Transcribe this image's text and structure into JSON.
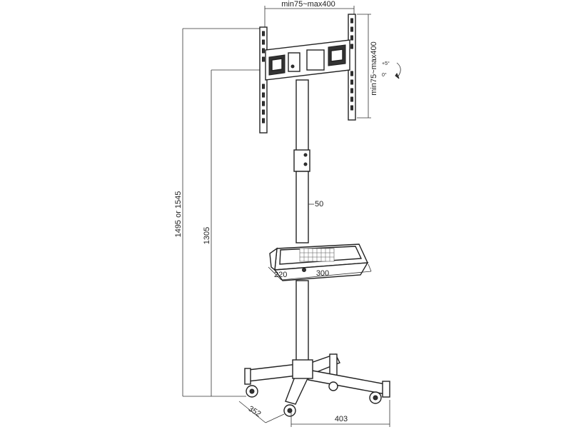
{
  "dimensions": {
    "bracket_width": "min75~max400",
    "bracket_height": "min75~max400",
    "total_height": "1495 or 1545",
    "shelf_height": "1305",
    "pole_diameter": "50",
    "shelf_depth": "220",
    "shelf_width": "300",
    "base_depth": "352",
    "base_width": "403"
  },
  "tilt": {
    "up": "+5°",
    "down": "0°"
  },
  "colors": {
    "line": "#222222",
    "background": "#ffffff"
  }
}
